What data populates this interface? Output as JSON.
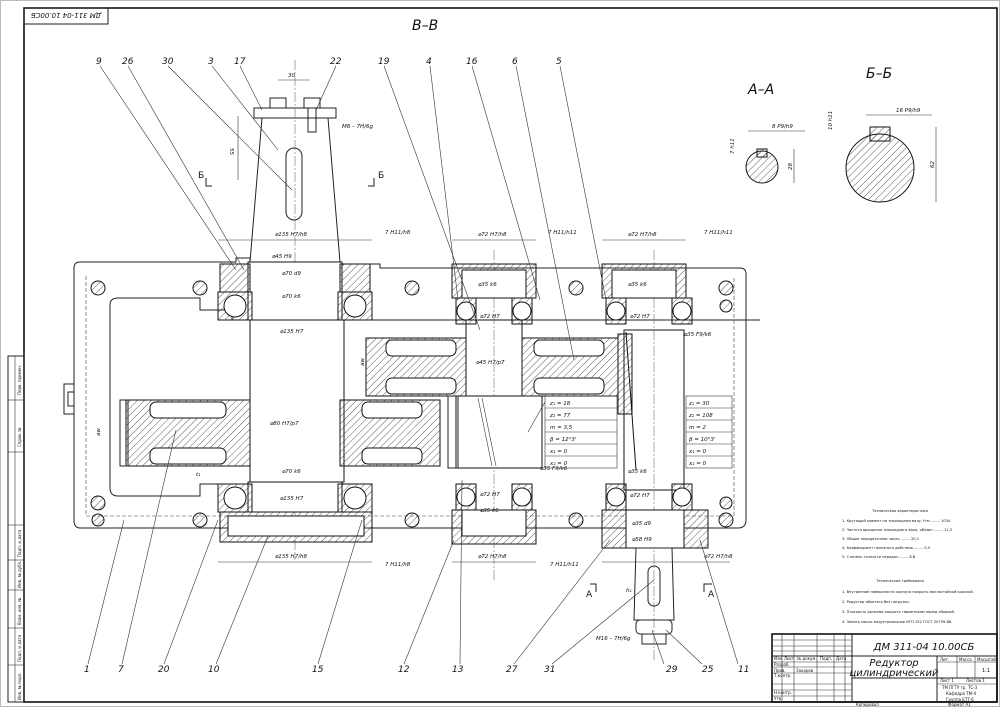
{
  "drawing": {
    "stamp_code_rotated": "ДМ 311-04 10.00СБ",
    "main_section_title": "В–В",
    "section_a_title": "А–А",
    "section_b_title": "Б–Б",
    "section_markers": {
      "a": "А",
      "b": "Б"
    }
  },
  "part_callouts_top": [
    "9",
    "26",
    "30",
    "3",
    "17",
    "22",
    "19",
    "4",
    "16",
    "6",
    "5"
  ],
  "part_callouts_bottom": [
    "1",
    "7",
    "20",
    "10",
    "15",
    "12",
    "13",
    "27",
    "31",
    "29",
    "25",
    "11"
  ],
  "dimensions": {
    "key_spacing": "30",
    "shaft_length": "55",
    "thread_top": "М8 – 7Н/6g",
    "thread_bottom": "М16 – 7Н/6g",
    "fits_top": [
      "⌀135 Н7/h8",
      "7 Н11/h8",
      "⌀72 Н7/h8",
      "7 Н11/h11",
      "⌀72 Н7/h8",
      "7 Н11/h11"
    ],
    "fits_bottom": [
      "⌀135 Н7/h8",
      "7 Н11/h8",
      "⌀72 Н7/h8",
      "7 Н11/h11",
      "⌀72 Н7/h8"
    ],
    "input_shaft": [
      "⌀45 Н9",
      "⌀70 d9",
      "⌀70 k6",
      "⌀135 Н7",
      "⌀80 Н7/р7",
      "⌀70 k6",
      "⌀135 Н7"
    ],
    "inner_bearings": [
      "⌀35 k6",
      "⌀72 Н7",
      "⌀45 Н7/р7",
      "⌀35 k6",
      "⌀72 Н7",
      "⌀35 F9/k6"
    ],
    "right_bearings": [
      "⌀35 k6",
      "⌀72 Н7",
      "⌀35 F9/k6",
      "⌀35 k6",
      "⌀72 Н7",
      "⌀35 d9",
      "⌀58 Н9"
    ],
    "aw1": "aw",
    "aw2": "aw",
    "center": "t₁",
    "sec_a": {
      "key": "8 P9/h9",
      "depth": "7 h11",
      "dia": "28"
    },
    "sec_b": {
      "key": "16 P9/h9",
      "depth": "10 h11",
      "dia": "62"
    },
    "h1": "h₁"
  },
  "gear_table_1": [
    "z₁ = 18",
    "z₂ = 77",
    "m = 3,5",
    "β = 12°3'",
    "x₁ = 0",
    "x₂ = 0"
  ],
  "gear_table_2": [
    "z₁ = 30",
    "z₂ = 108",
    "m = 2",
    "β = 10°3'",
    "x₁ = 0",
    "x₂ = 0"
  ],
  "specs": {
    "title": "Техническая характеристика",
    "items": [
      "1. Крутящий момент на тихоходном валу, Н·м ........ 1034",
      "2. Частота вращения тихоходного вала, об/мин ........ 11,5",
      "3. Общее передаточное число ........ 20,1",
      "4. Коэффициент полезного действия ........ 0,9",
      "5. Степень точности передач ........ 8-В"
    ]
  },
  "requirements": {
    "title": "Технические требования",
    "items": [
      "1. Внутренние поверхности корпуса покрыть маслостойкой краской.",
      "2. Редуктор обкатать без нагрузки.",
      "3. Плоскость разъема покрыть герметиком перед сборкой.",
      "4. Залить масло индустриальное ИГП-152 ГОСТ 20799-88."
    ]
  },
  "title_block": {
    "designation": "ДМ 311-04 10.00СБ",
    "name_line1": "Редуктор",
    "name_line2": "цилиндрический",
    "headers": [
      "Изм",
      "Лист",
      "№ докум.",
      "Подп.",
      "Дата"
    ],
    "roles": [
      "Разраб.",
      "Пров.",
      "Т.контр.",
      "Н.контр.",
      "Утв."
    ],
    "developer": "Захаров",
    "lit_label": "Лит.",
    "mass_label": "Масса",
    "scale_label": "Масштаб",
    "scale_value": "1:1",
    "sheet_label": "Лист 1",
    "sheets_label": "Листов 1",
    "org": [
      "ТМ ПГТУ гр. ТС-3",
      "Кафедра ТМ-4",
      "Группа ЕТТ-6"
    ],
    "copied": "Копировал",
    "format": "Формат А1"
  },
  "left_strip": [
    "Перв. примен.",
    "Справ. №",
    "Подп. и дата",
    "Инв. № дубл.",
    "Взам. инв. №",
    "Подп. и дата",
    "Инв. № подл."
  ]
}
